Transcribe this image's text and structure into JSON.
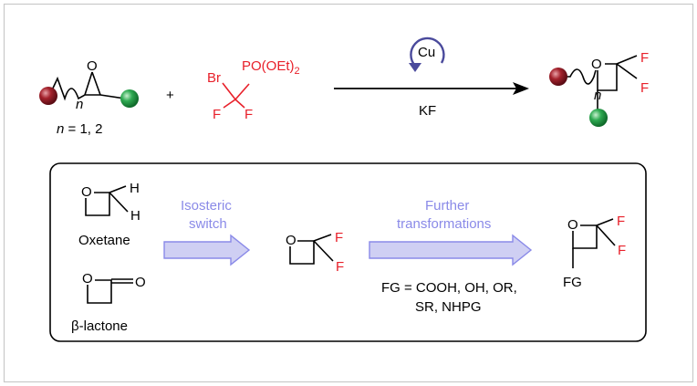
{
  "colors": {
    "frame": "#c8c8c8",
    "ink": "#000000",
    "red": "#e8202a",
    "blue_text": "#8a8ae8",
    "arrow_fill": "#cfcff3",
    "arrow_stroke": "#8a8ae8",
    "cu_cycle": "#4a4a9c",
    "ball_maroon": "#8b1a24",
    "ball_green": "#27a04a"
  },
  "reaction": {
    "plus": "+",
    "reagent": {
      "br": "Br",
      "phosphonate": "PO(OEt)",
      "phosphonate_subscript": "2",
      "f_left": "F",
      "f_right": "F"
    },
    "catalyst": "Cu",
    "additive": "KF",
    "start_material": {
      "o": "O",
      "n": "n",
      "n_values_var": "n",
      "n_values_rest": " = 1, 2"
    },
    "product": {
      "o": "O",
      "f_top": "F",
      "f_bottom": "F",
      "n": "n"
    }
  },
  "panel": {
    "oxetane": {
      "label": "Oxetane",
      "o": "O",
      "h_top": "H",
      "h_bottom": "H"
    },
    "lactone": {
      "label": "β-lactone",
      "o_ring": "O",
      "o_carbonyl": "O"
    },
    "arrow1": {
      "line1": "Isosteric",
      "line2": "switch"
    },
    "difluoro_oxetane": {
      "o": "O",
      "f_top": "F",
      "f_bottom": "F"
    },
    "arrow2": {
      "line1": "Further",
      "line2": "transformations"
    },
    "fg_list": {
      "line1": "FG = COOH, OH, OR,",
      "line2": "SR, NHPG"
    },
    "final": {
      "o": "O",
      "f_top": "F",
      "f_bottom": "F",
      "fg": "FG"
    }
  }
}
